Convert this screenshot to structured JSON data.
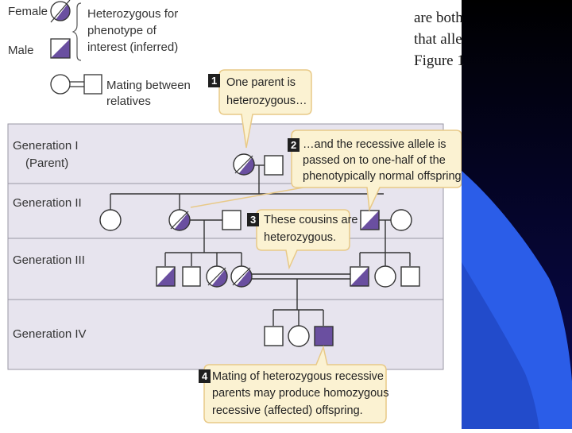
{
  "slide_text": {
    "line1": "are both",
    "line2": "that alle",
    "line3": "Figure 1"
  },
  "legend": {
    "female_label": "Female",
    "male_label": "Male",
    "heterozygous_line1": "Heterozygous for",
    "heterozygous_line2": "phenotype of",
    "heterozygous_line3": "interest (inferred)",
    "mating_line1": "Mating between",
    "mating_line2": "relatives"
  },
  "generations": {
    "gen1_line1": "Generation I",
    "gen1_line2": "(Parent)",
    "gen2": "Generation II",
    "gen3": "Generation III",
    "gen4": "Generation IV"
  },
  "callouts": {
    "c1": {
      "number": "1",
      "line1": "One parent is",
      "line2": "heterozygous…"
    },
    "c2": {
      "number": "2",
      "line1": "…and the recessive allele is",
      "line2": "passed on to one-half of the",
      "line3": "phenotypically normal offspring."
    },
    "c3": {
      "number": "3",
      "line1": "These cousins are",
      "line2": "heterozygous."
    },
    "c4": {
      "number": "4",
      "line1": "Mating of heterozygous recessive",
      "line2": "parents may produce homozygous",
      "line3": "recessive (affected) offspring."
    }
  },
  "colors": {
    "purple": "#6a4fa0",
    "callout_fill": "#fbf2d2",
    "callout_border": "#e8c987",
    "band_fill": "#e7e4ee",
    "navy": "#000033",
    "blue": "#2b5de8"
  }
}
